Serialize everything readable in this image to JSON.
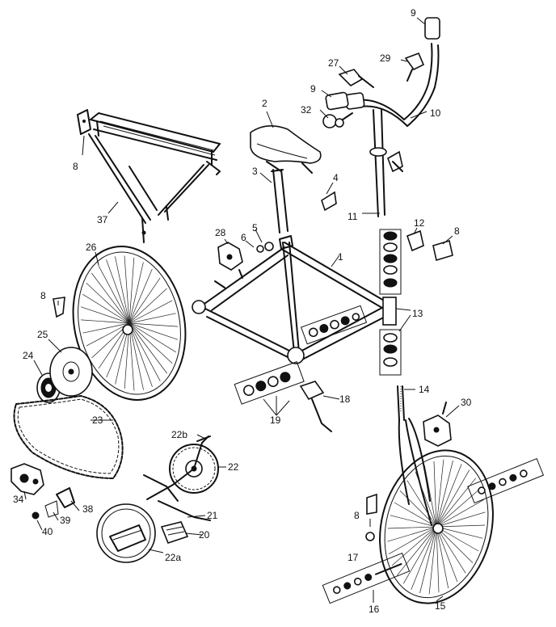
{
  "colors": {
    "ink": "#111111",
    "paper": "#ffffff"
  },
  "callouts": [
    {
      "id": "c1",
      "label": "1"
    },
    {
      "id": "c2",
      "label": "2"
    },
    {
      "id": "c3",
      "label": "3"
    },
    {
      "id": "c4",
      "label": "4"
    },
    {
      "id": "c5",
      "label": "5"
    },
    {
      "id": "c6",
      "label": "6"
    },
    {
      "id": "c8a",
      "label": "8"
    },
    {
      "id": "c8b",
      "label": "8"
    },
    {
      "id": "c8c",
      "label": "8"
    },
    {
      "id": "c8d",
      "label": "8"
    },
    {
      "id": "c9a",
      "label": "9"
    },
    {
      "id": "c9b",
      "label": "9"
    },
    {
      "id": "c10",
      "label": "10"
    },
    {
      "id": "c11",
      "label": "11"
    },
    {
      "id": "c12",
      "label": "12"
    },
    {
      "id": "c13",
      "label": "13"
    },
    {
      "id": "c14",
      "label": "14"
    },
    {
      "id": "c15",
      "label": "15"
    },
    {
      "id": "c16",
      "label": "16"
    },
    {
      "id": "c17",
      "label": "17"
    },
    {
      "id": "c18",
      "label": "18"
    },
    {
      "id": "c19",
      "label": "19"
    },
    {
      "id": "c20",
      "label": "20"
    },
    {
      "id": "c21",
      "label": "21"
    },
    {
      "id": "c22",
      "label": "22"
    },
    {
      "id": "c22a",
      "label": "22a"
    },
    {
      "id": "c22b",
      "label": "22b"
    },
    {
      "id": "c23",
      "label": "23"
    },
    {
      "id": "c24",
      "label": "24"
    },
    {
      "id": "c25",
      "label": "25"
    },
    {
      "id": "c26",
      "label": "26"
    },
    {
      "id": "c27",
      "label": "27"
    },
    {
      "id": "c28",
      "label": "28"
    },
    {
      "id": "c29",
      "label": "29"
    },
    {
      "id": "c30",
      "label": "30"
    },
    {
      "id": "c32",
      "label": "32"
    },
    {
      "id": "c34",
      "label": "34"
    },
    {
      "id": "c37",
      "label": "37"
    },
    {
      "id": "c38",
      "label": "38"
    },
    {
      "id": "c39",
      "label": "39"
    },
    {
      "id": "c40",
      "label": "40"
    }
  ]
}
